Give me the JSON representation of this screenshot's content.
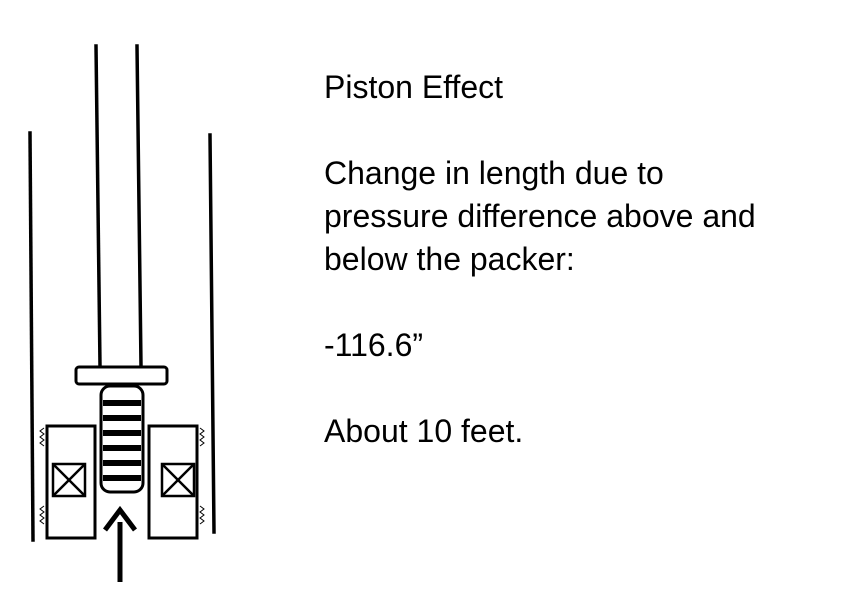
{
  "slide": {
    "title": "Piston Effect",
    "description": "Change in length due to\npressure difference above and\nbelow the packer:",
    "value": "-116.6”",
    "approximation": "About 10 feet."
  },
  "diagram": {
    "stroke_color": "#000000",
    "fill_color": "#ffffff",
    "icons": [
      "casing-wall",
      "tubing-wall",
      "packer-element",
      "seal-bore",
      "slip-x-icon",
      "pressure-arrow-icon"
    ]
  }
}
